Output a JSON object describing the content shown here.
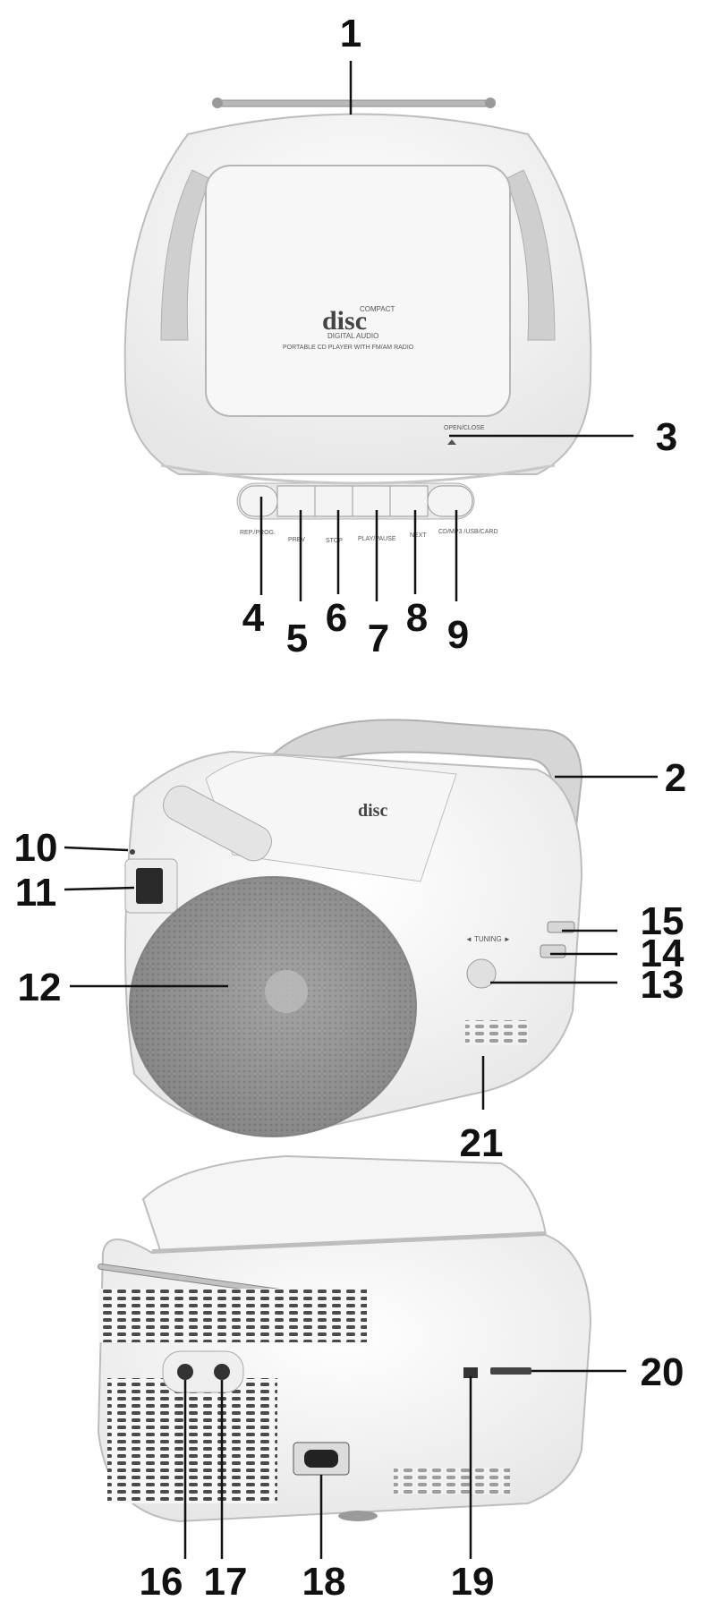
{
  "figure": {
    "printed_text": {
      "disc_compact": "COMPACT",
      "disc_logo": "disc",
      "disc_digital_audio": "DIGITAL AUDIO",
      "device_caption": "PORTABLE CD PLAYER WITH FM/AM RADIO",
      "open_close": "OPEN/CLOSE",
      "tuning": "◄ TUNING ►",
      "button_labels": [
        "REP./PROG.",
        "PREV",
        "STOP",
        "PLAY/PAUSE",
        "NEXT",
        "CD/MP3 /USB/CARD"
      ]
    },
    "callouts": [
      "1",
      "2",
      "3",
      "4",
      "5",
      "6",
      "7",
      "8",
      "9",
      "10",
      "11",
      "12",
      "13",
      "14",
      "15",
      "16",
      "17",
      "18",
      "19",
      "20",
      "21"
    ],
    "colors": {
      "body": "#f4f4f4",
      "outline": "#bdbdbd",
      "handle": "#cfcfcf",
      "speaker_grille": "#8c8c8c",
      "text": "#111111",
      "leader_line": "#111111"
    }
  }
}
